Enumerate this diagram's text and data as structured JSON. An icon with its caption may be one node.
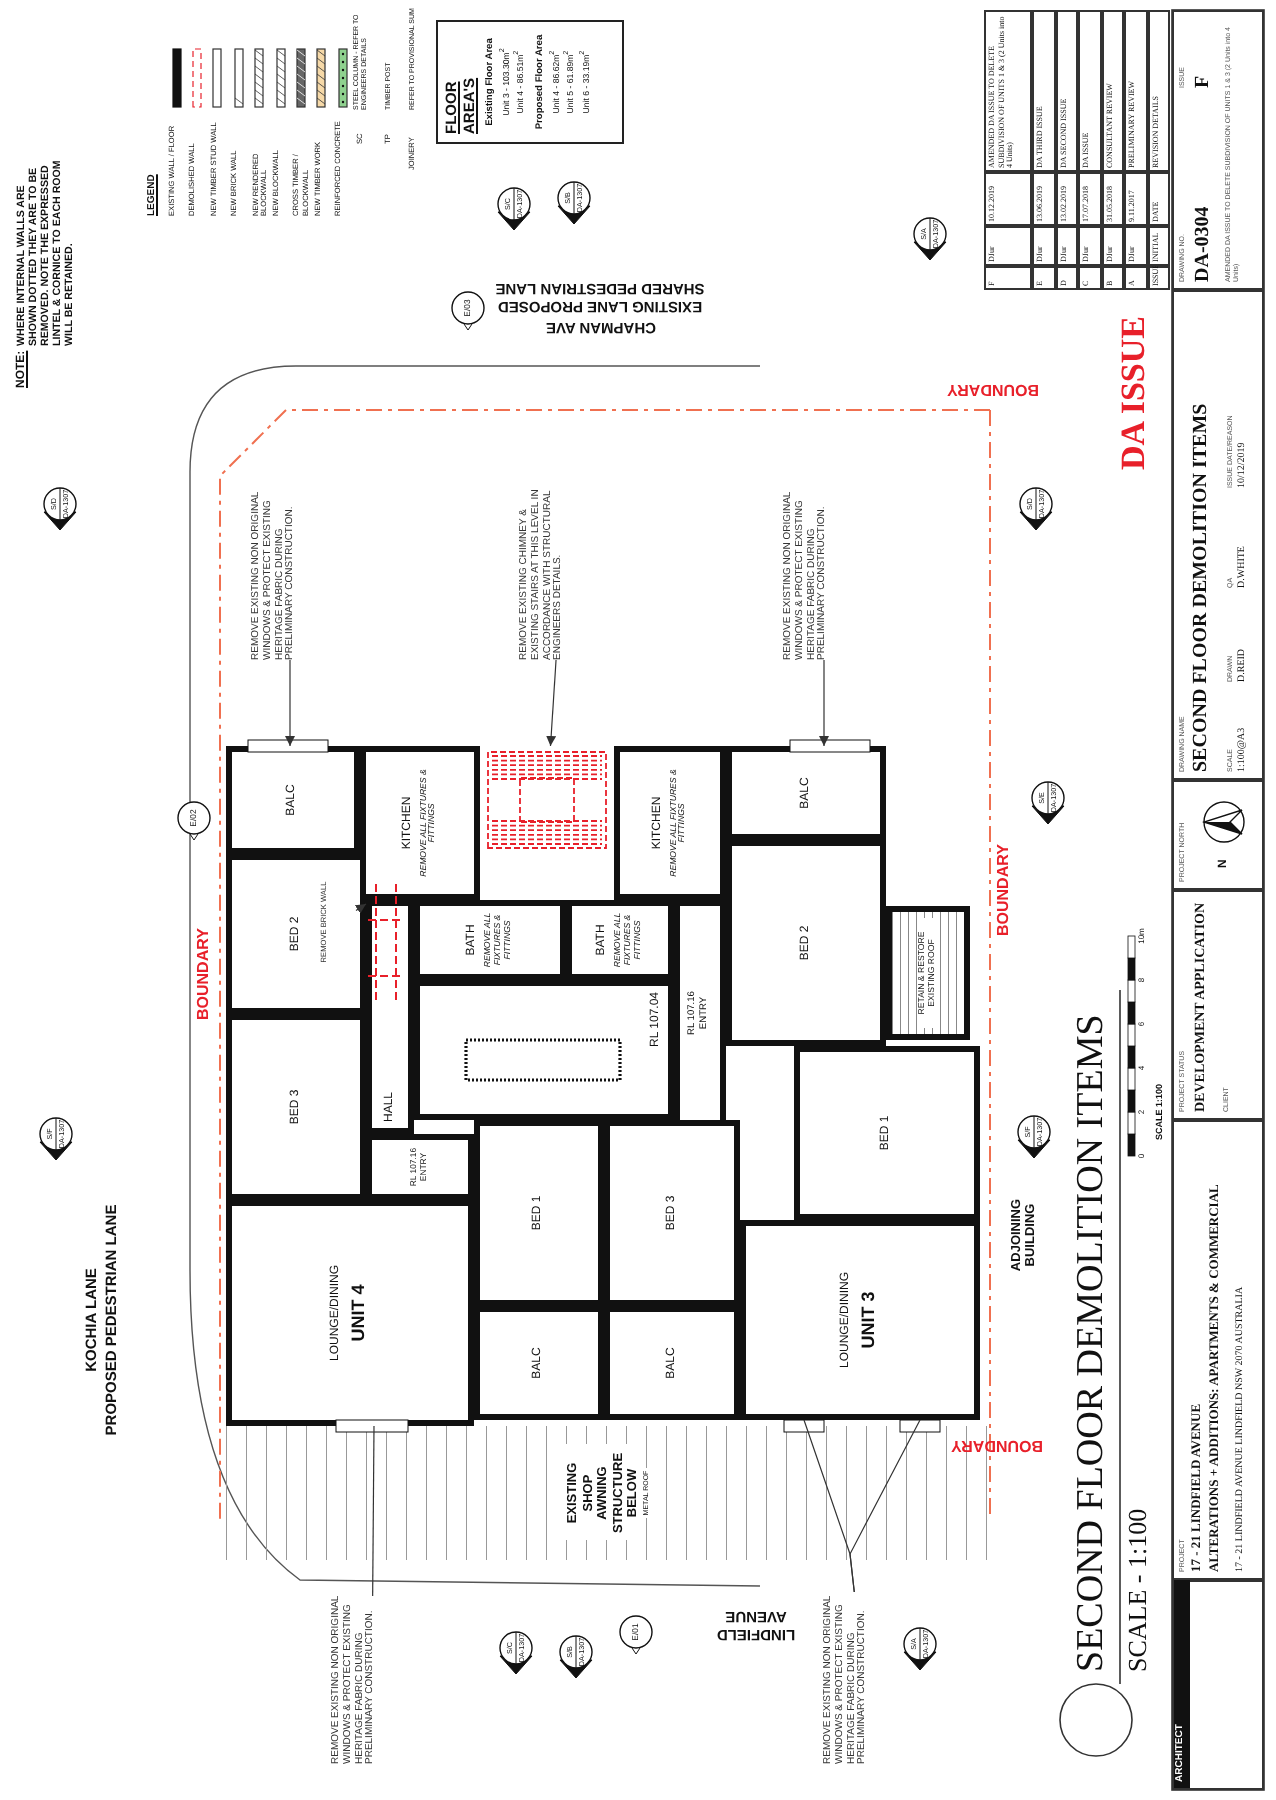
{
  "diagram": {
    "nodes": [
      {
        "text": [
          "FLOOR AREA'S",
          "Existing Floor Area",
          "Unit 3 - 103.30m$^{2}$",
          "Unit 4 - 86.51m$^{2}$",
          "Proposed Floor Area",
          "Unit 4 - 86.62m$^{2}$",
          "Unit 5 - 61.89m$^{2}$",
          "Unit 6 - 33.19m$^{2}$"
        ]
      },
      {
        "text": [
          "S/C",
          "DA-1307"
        ]
      },
      {
        "text": [
          "S/B",
          "DA-1307"
        ]
      },
      {
        "text": [
          "E/03"
        ]
      },
      {
        "text": [
          "S/A",
          "DA-1307"
        ]
      },
      {
        "text": [
          "S/D",
          "DA-1307"
        ]
      },
      {
        "text": [
          "S/D",
          "DA-1307"
        ]
      },
      {
        "text": [
          "S/E",
          "DA-1307"
        ]
      },
      {
        "text": [
          "S/F",
          "DA-1307"
        ]
      },
      {
        "text": [
          "S/F",
          "DA-1307"
        ]
      },
      {
        "text": [
          "E/02"
        ]
      },
      {
        "text": [
          "S/C",
          "DA-1307"
        ]
      },
      {
        "text": [
          "S/B",
          "DA-1307"
        ]
      },
      {
        "text": [
          "E/01"
        ]
      },
      {
        "text": [
          "S/A",
          "DA-1307"
        ]
      },
      {
        "text": [
          "BALC"
        ]
      },
      {
        "text": [
          "KITCHEN",
          "REMOVE ALL FIXTURES & FITTINGS"
        ]
      },
      {
        "text": [],
        "shape": "box"
      },
      {
        "text": [
          "KITCHEN",
          "REMOVE ALL FIXTURES & FITTINGS"
        ]
      },
      {
        "text": [
          "BALC"
        ]
      },
      {
        "text": [
          "BED 2"
        ]
      },
      {
        "text": [
          "HALL"
        ]
      },
      {
        "text": [
          "BATH",
          "REMOVE ALL FIXTURES & FITTINGS"
        ]
      },
      {
        "text": [
          "BATH",
          "REMOVE ALL FIXTURES & FITTINGS"
        ]
      },
      {
        "text": [
          "RL 107.04"
        ]
      },
      {
        "text": [
          "RL 107.16",
          "ENTRY"
        ]
      },
      {
        "text": [
          "BED 2"
        ]
      },
      {
        "text": [
          "RETAIN & RESTORE EXISTING ROOF"
        ]
      },
      {
        "text": [
          "BED 3"
        ]
      },
      {
        "text": [
          "BED 1"
        ]
      },
      {
        "text": [
          "RL 107.16",
          "ENTRY"
        ]
      },
      {
        "text": [
          "LOUNGE/DINING",
          "UNIT 4"
        ]
      },
      {
        "text": [
          "BED 1"
        ]
      },
      {
        "text": [
          "BED 3"
        ]
      },
      {
        "text": [
          "BALC"
        ]
      },
      {
        "text": [
          "BALC"
        ]
      },
      {
        "text": [
          "LOUNGE/DINING",
          "UNIT 3"
        ]
      },
      {
        "text": [
          "EXISTING SHOP AWNING STRUCTURE BELOW",
          "METAL ROOF"
        ]
      },
      {
        "text": [
          "REMOVE EXISTING NON ORIGINAL WINDOWS & PROTECT EXISTING HERITAGE FABRIC DURING PRELIMINARY CONSTRUCTION."
        ]
      },
      {
        "text": [
          "REMOVE EXISTING CHIMNEY & EXISTING STAIRS AT THIS LEVEL IN ACCORDANCE WITH STRUCTURAL ENGINEERS DETAILS."
        ]
      },
      {
        "text": [
          "REMOVE EXISTING NON ORIGINAL WINDOWS & PROTECT EXISTING HERITAGE FABRIC DURING PRELIMINARY CONSTRUCTION."
        ]
      },
      {
        "text": [
          "REMOVE BRICK WALL"
        ],
        "in": 20
      },
      {
        "text": [
          "REMOVE EXISTING NON ORIGINAL WINDOWS & PROTECT EXISTING HERITAGE FABRIC DURING PRELIMINARY CONSTRUCTION."
        ]
      },
      {
        "text": [
          "REMOVE EXISTING NON ORIGINAL WINDOWS & PROTECT EXISTING HERITAGE FABRIC DURING PRELIMINARY CONSTRUCTION."
        ]
      },
      {
        "text": [
          "ARCHITECT"
        ]
      },
      {
        "text": [
          "PROJECT",
          "17 - 21 LINDFIELD AVENUE",
          "ALTERATIONS + ADDITIONS: APARTMENTS & COMMERCIAL",
          "17 - 21 LINDFIELD AVENUE LINDFIELD NSW 2070 AUSTRALIA"
        ]
      },
      {
        "text": [
          "PROJECT STATUS",
          "DEVELOPMENT APPLICATION",
          "CLIENT"
        ]
      },
      {
        "text": [
          "PROJECT NORTH",
          "N"
        ]
      },
      {
        "text": [
          "DRAWING NAME",
          "SECOND FLOOR DEMOLITION ITEMS",
          "SCALE",
          "1:100@A3",
          "DRAWN",
          "D.REID",
          "QA",
          "D.WHITE",
          "ISSUE DATE/REASON",
          "10/12/2019"
        ]
      },
      {
        "text": [
          "DRAWING NO.",
          "DA-0304",
          "ISSUE",
          "F",
          "AMENDED DA ISSUE TO DELETE SUBDIVISION OF UNITS 1 & 3 (2 Units into 4 Units)"
        ]
      }
    ],
    "edges": [
      {
        "from": 38,
        "to": 15,
        "arrow": "to"
      },
      {
        "from": 39,
        "to": 17,
        "arrow": "to"
      },
      {
        "from": 40,
        "to": 19,
        "arrow": "to"
      },
      {
        "from": 41,
        "to": 21,
        "arrow": "to"
      },
      {
        "from": 42,
        "to": 31,
        "arrow": "none"
      },
      {
        "from": 43,
        "to": 36,
        "arrow": "none"
      },
      {
        "from": 43,
        "to": 36,
        "arrow": "none"
      }
    ],
    "labels": [
      "NOTE:",
      "WHERE INTERNAL WALLS ARE SHOWN DOTTED THEY ARE TO BE REMOVED. NOTE THE EXPRESSED LINTEL & CORNICE TO EACH ROOM WILL BE RETAINED.",
      "LEGEND",
      "SC",
      "STEEL COLUMN - REFER TO ENGINEERS DETAILS",
      "TP",
      "TIMBER POST",
      "JOINERY",
      "REFER TO PROVISIONAL SUM",
      "CHAPMAN AVE",
      "EXISTING LANE PROPOSED SHARED PEDESTRIAN LANE",
      "BOUNDARY",
      "BOUNDARY",
      "BOUNDARY",
      "KOCHIA LANE",
      "PROPOSED PEDESTRIAN LANE",
      "ADJOINING BUILDING",
      "BOUNDARY",
      "LINDFIELD AVENUE",
      "SECOND FLOOR DEMOLITION ITEMS",
      "SCALE - 1:100",
      "0",
      "2",
      "4",
      "6",
      "8",
      "10m",
      "SCALE 1:100",
      "DA ISSUE",
      "F",
      "DJur",
      "10.12.2019",
      "AMENDED DA ISSUE TO DELETE SUBDIVISION OF UNITS 1 & 3 (2 Units into 4 Units)",
      "E",
      "DJur",
      "13.06.2019",
      "DA THIRD ISSUE",
      "D",
      "DJur",
      "13.02.2019",
      "DA SECOND ISSUE",
      "C",
      "DJur",
      "17.07.2018",
      "DA ISSUE",
      "B",
      "DJur",
      "31.05.2018",
      "CONSULTANT REVIEW",
      "A",
      "DJur",
      "9.11.2017",
      "PRELIMINARY REVIEW",
      "ISSUE",
      "INITIAL",
      "DATE",
      "REVISION DETAILS"
    ],
    "legend": [
      {
        "text": "EXISTING WALL / FLOOR"
      },
      {
        "text": "DEMOLISHED WALL"
      },
      {
        "text": "NEW TIMBER STUD WALL"
      },
      {
        "text": "NEW BRICK WALL"
      },
      {
        "text": "NEW RENDERED BLOCKWALL"
      },
      {
        "text": "NEW BLOCKWALL"
      },
      {
        "text": "CROSS TIMBER / BLOCKWALL"
      },
      {
        "text": "NEW TIMBER WORK"
      },
      {
        "text": "REINFORCED CONCRETE"
      }
    ]
  }
}
